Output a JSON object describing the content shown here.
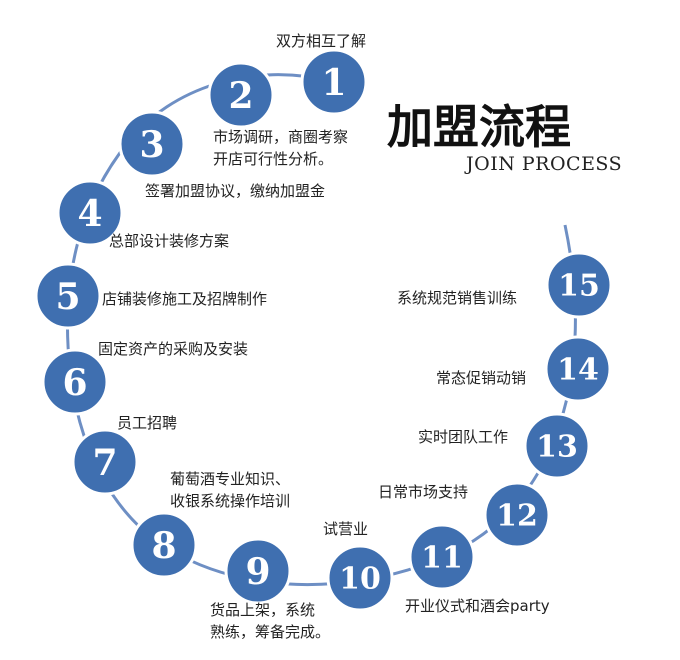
{
  "title": "加盟流程",
  "subtitle": "JOIN PROCESS",
  "colors": {
    "circle": "#3f6fb0",
    "arc": "#6e8fc4"
  },
  "steps": [
    {
      "number": "1",
      "lines": [
        "双方相互了解"
      ]
    },
    {
      "number": "2",
      "lines": [
        "市场调研，商圈考察",
        "开店可行性分析。"
      ]
    },
    {
      "number": "3",
      "lines": [
        "签署加盟协议，缴纳加盟金"
      ]
    },
    {
      "number": "4",
      "lines": [
        "总部设计装修方案"
      ]
    },
    {
      "number": "5",
      "lines": [
        "店铺装修施工及招牌制作"
      ]
    },
    {
      "number": "6",
      "lines": [
        "固定资产的采购及安装"
      ]
    },
    {
      "number": "7",
      "lines": [
        "员工招聘"
      ]
    },
    {
      "number": "8",
      "lines": [
        "葡萄酒专业知识、",
        "收银系统操作培训"
      ]
    },
    {
      "number": "9",
      "lines": [
        "货品上架，系统",
        "熟练，筹备完成。"
      ]
    },
    {
      "number": "10",
      "lines": [
        "试营业"
      ]
    },
    {
      "number": "11",
      "lines": [
        "开业仪式和酒会party"
      ]
    },
    {
      "number": "12",
      "lines": [
        "日常市场支持"
      ]
    },
    {
      "number": "13",
      "lines": [
        "实时团队工作"
      ]
    },
    {
      "number": "14",
      "lines": [
        "常态促销动销"
      ]
    },
    {
      "number": "15",
      "lines": [
        "系统规范销售训练"
      ]
    }
  ]
}
